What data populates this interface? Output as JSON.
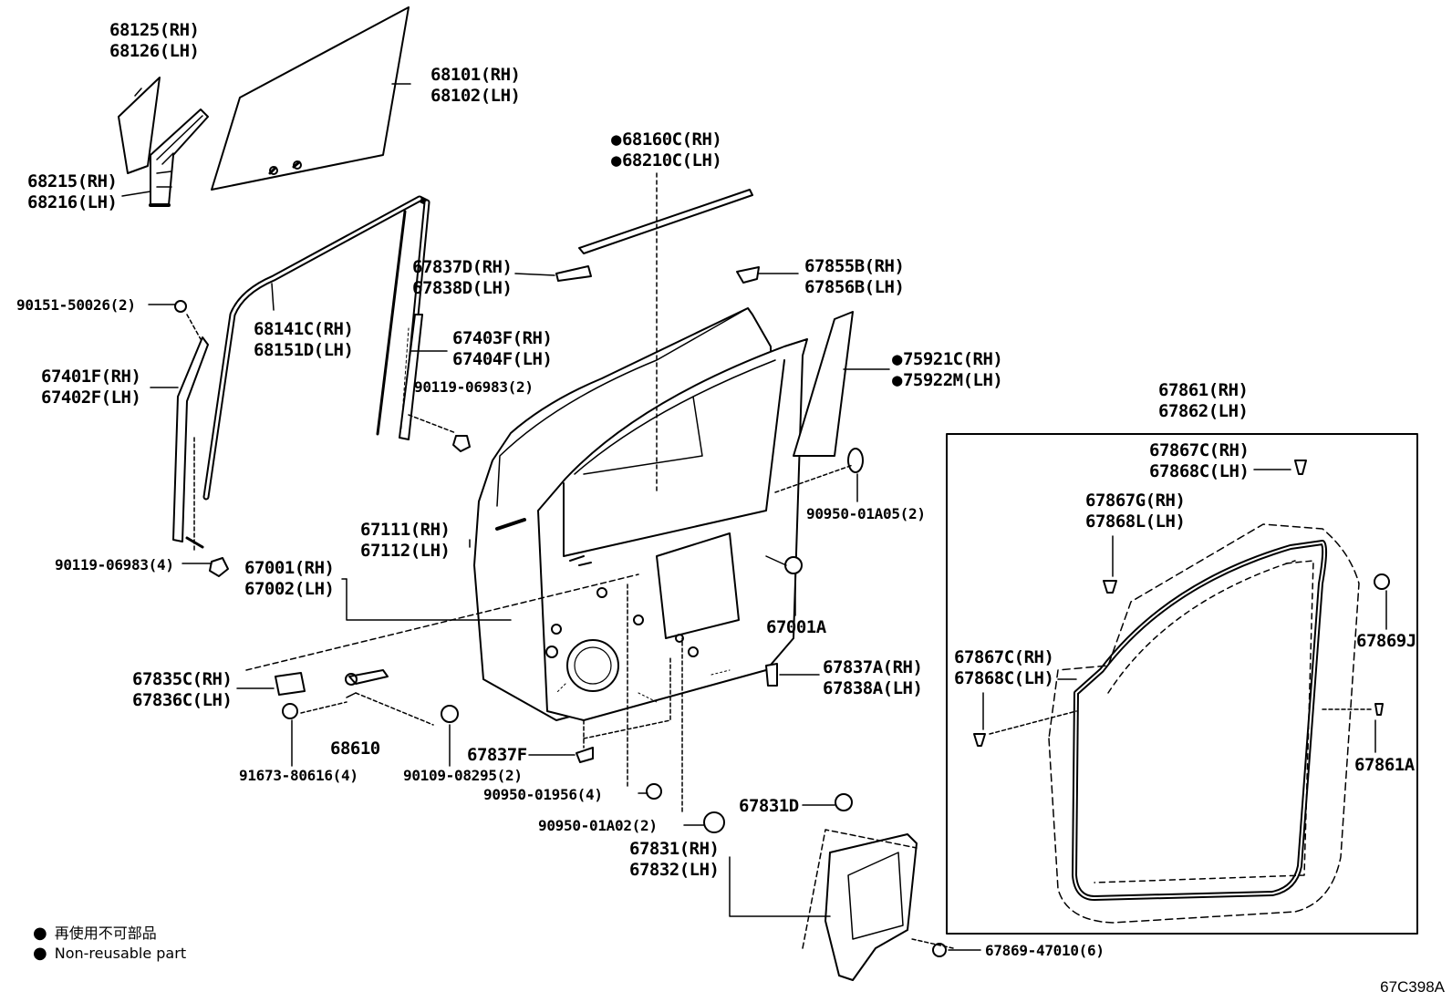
{
  "labels": {
    "l68125": [
      "68125(RH)",
      "68126(LH)"
    ],
    "l68101": [
      "68101(RH)",
      "68102(LH)"
    ],
    "l68215": [
      "68215(RH)",
      "68216(LH)"
    ],
    "l68160": [
      "68160C(RH)",
      "68210C(LH)"
    ],
    "l67837D": [
      "67837D(RH)",
      "67838D(LH)"
    ],
    "l67855B": [
      "67855B(RH)",
      "67856B(LH)"
    ],
    "l90151": [
      "90151-50026(2)"
    ],
    "l68141": [
      "68141C(RH)",
      "68151D(LH)"
    ],
    "l67403": [
      "67403F(RH)",
      "67404F(LH)"
    ],
    "l75921": [
      "75921C(RH)",
      "75922M(LH)"
    ],
    "l67401": [
      "67401F(RH)",
      "67402F(LH)"
    ],
    "l90119a": [
      "90119-06983(2)"
    ],
    "l67861": [
      "67861(RH)",
      "67862(LH)"
    ],
    "l67867C_top": [
      "67867C(RH)",
      "67868C(LH)"
    ],
    "l90950_01A05": [
      "90950-01A05(2)"
    ],
    "l67867G": [
      "67867G(RH)",
      "67868L(LH)"
    ],
    "l67111": [
      "67111(RH)",
      "67112(LH)"
    ],
    "l90119b": [
      "90119-06983(4)"
    ],
    "l67001": [
      "67001(RH)",
      "67002(LH)"
    ],
    "l67869J": [
      "67869J"
    ],
    "l67001A": [
      "67001A"
    ],
    "l67867C_mid": [
      "67867C(RH)",
      "67868C(LH)"
    ],
    "l67835C": [
      "67835C(RH)",
      "67836C(LH)"
    ],
    "l67837A": [
      "67837A(RH)",
      "67838A(LH)"
    ],
    "l68610": [
      "68610"
    ],
    "l67837F": [
      "67837F"
    ],
    "l67861A": [
      "67861A"
    ],
    "l91673": [
      "91673-80616(4)"
    ],
    "l90109": [
      "90109-08295(2)"
    ],
    "l90950_01956": [
      "90950-01956(4)"
    ],
    "l67831D": [
      "67831D"
    ],
    "l90950_01A02": [
      "90950-01A02(2)"
    ],
    "l67831": [
      "67831(RH)",
      "67832(LH)"
    ],
    "l67869_47010": [
      "67869-47010(6)"
    ]
  },
  "legend": {
    "jp": "再使用不可部品",
    "en": "Non-reusable part"
  },
  "diagram_code": "67C398A"
}
